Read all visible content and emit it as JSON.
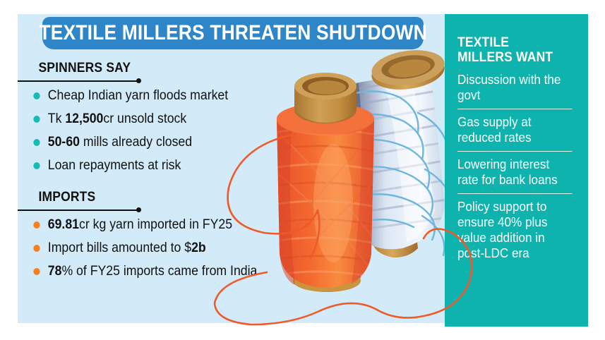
{
  "banner": {
    "title": "TEXTILE MILLERS THREATEN SHUTDOWN",
    "color": "#2e86c8"
  },
  "colors": {
    "canvas": "#d3ebf8",
    "teal_panel": "#0fb3ae",
    "teal_bullet": "#16bcb4",
    "orange_bullet": "#f7801e",
    "text": "#111111",
    "white": "#ffffff"
  },
  "spinners": {
    "heading": "SPINNERS SAY",
    "items": [
      {
        "pre": "",
        "strong": "",
        "post": "Cheap Indian yarn floods market"
      },
      {
        "pre": "Tk ",
        "strong": "12,500",
        "post": "cr unsold stock"
      },
      {
        "pre": "",
        "strong": "50-60",
        "post": " mills already closed"
      },
      {
        "pre": "",
        "strong": "",
        "post": "Loan repayments at risk"
      }
    ]
  },
  "imports": {
    "heading": "IMPORTS",
    "items": [
      {
        "pre": "",
        "strong": "69.81",
        "post": "cr kg yarn imported in FY25"
      },
      {
        "pre": "Import bills amounted to $",
        "strong": "2b",
        "post": ""
      },
      {
        "pre": "",
        "strong": "78",
        "post": "% of FY25 imports came from India"
      }
    ]
  },
  "wants": {
    "heading_line1": "TEXTILE",
    "heading_line2": "MILLERS WANT",
    "items": [
      "Discussion with the govt",
      "Gas supply at reduced rates",
      "Lowering interest rate for bank loans",
      "Policy support to ensure 40% plus value addition in post-LDC era"
    ]
  },
  "illustration": {
    "name": "two-yarn-spools",
    "front_spool_color": "#f26631",
    "back_spool_color": "#e9f1fa",
    "cap_color": "#c08b3e",
    "thread_color": "#ef5a2a"
  }
}
